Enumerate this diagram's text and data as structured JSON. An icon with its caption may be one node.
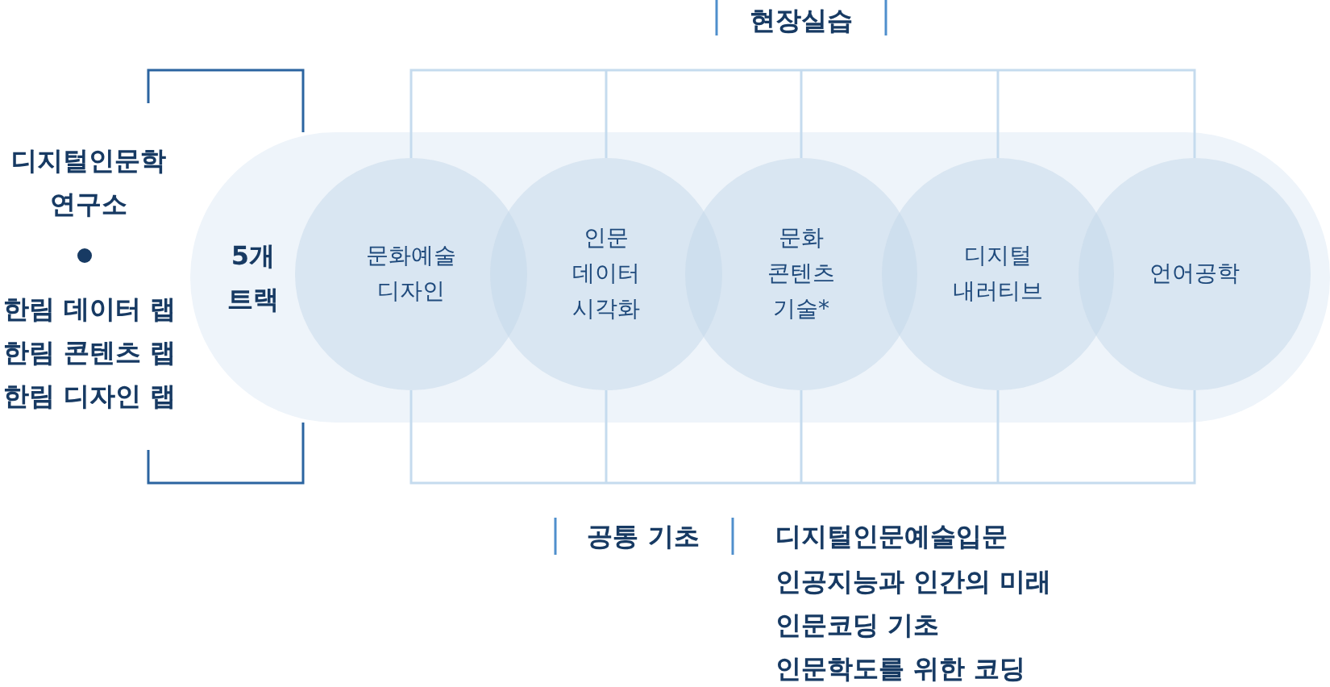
{
  "diagram": {
    "nodes": [
      {
        "text": [
          "5개 트랙"
        ]
      },
      {
        "text": [
          "문화예술 디자인"
        ],
        "in": 0
      },
      {
        "text": [
          "인문 데이터 시각화"
        ],
        "in": 0
      },
      {
        "text": [
          "문화 콘텐츠 기술*"
        ],
        "in": 0
      },
      {
        "text": [
          "디지털 내러티브"
        ],
        "in": 0
      },
      {
        "text": [
          "언어공학"
        ],
        "in": 0
      }
    ],
    "labels": [
      "현장실습",
      "디지털인문학 연구소",
      "한림 데이터 랩",
      "한림 콘텐츠 랩",
      "한림 디자인 랩",
      "공통 기초",
      "디지털인문예술입문",
      "인공지능과 인간의 미래",
      "인문코딩 기초",
      "인문학도를 위한 코딩"
    ]
  }
}
